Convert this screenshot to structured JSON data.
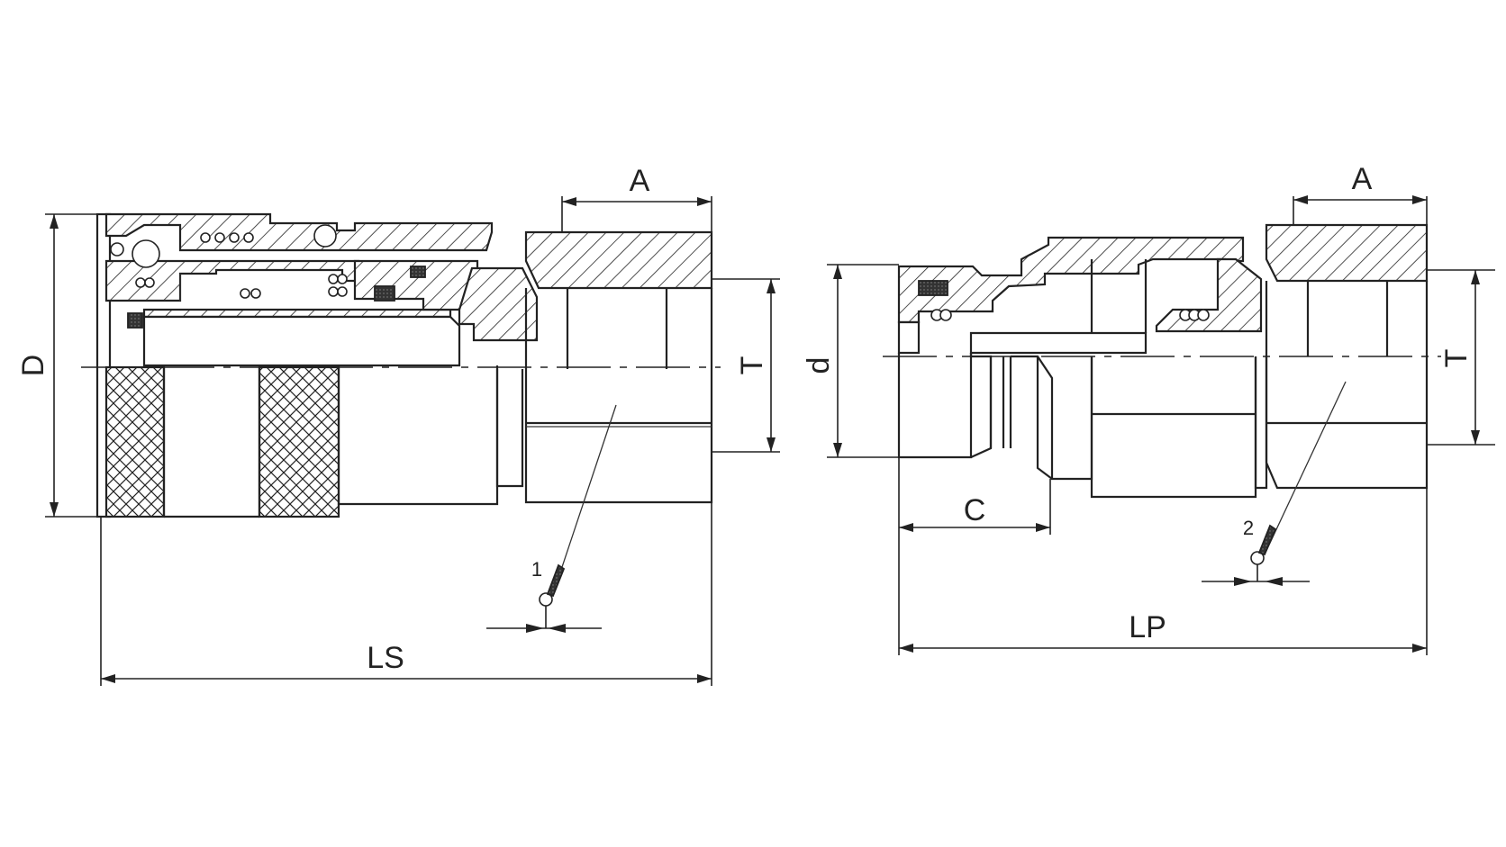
{
  "left_view": {
    "dim_A": "A",
    "dim_D": "D",
    "dim_T": "T",
    "dim_LS": "LS",
    "callout_1": "1"
  },
  "right_view": {
    "dim_A": "A",
    "dim_d": "d",
    "dim_T": "T",
    "dim_C": "C",
    "dim_LP": "LP",
    "callout_2": "2"
  }
}
